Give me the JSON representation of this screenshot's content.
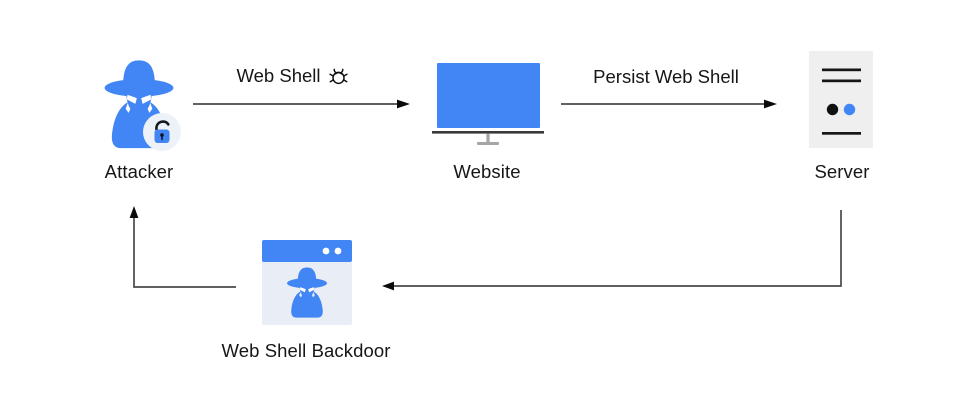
{
  "diagram": {
    "nodes": {
      "attacker": {
        "label": "Attacker",
        "icon": "spy-icon",
        "badge_icon": "unlocked-padlock-icon"
      },
      "website": {
        "label": "Website",
        "icon": "monitor-icon"
      },
      "server": {
        "label": "Server",
        "icon": "server-tower-icon"
      },
      "backdoor": {
        "label": "Web Shell Backdoor",
        "icon": "browser-spy-icon"
      }
    },
    "edges": {
      "attacker_to_website": {
        "label": "Web Shell",
        "icon": "bug-icon"
      },
      "website_to_server": {
        "label": "Persist Web Shell"
      },
      "server_to_backdoor": {
        "label": ""
      },
      "backdoor_to_attacker": {
        "label": ""
      }
    },
    "colors": {
      "primary_blue": "#4285F4",
      "server_panel": "#EFEFEF",
      "browser_body": "#E9EEF6",
      "badge_bg": "#EDF1F8",
      "text": "#161616",
      "line": "#4A4A4C",
      "arrowhead": "#0B0B0B",
      "monitor_base": "#3A3A3A",
      "monitor_stand": "#A6A6A6"
    }
  }
}
